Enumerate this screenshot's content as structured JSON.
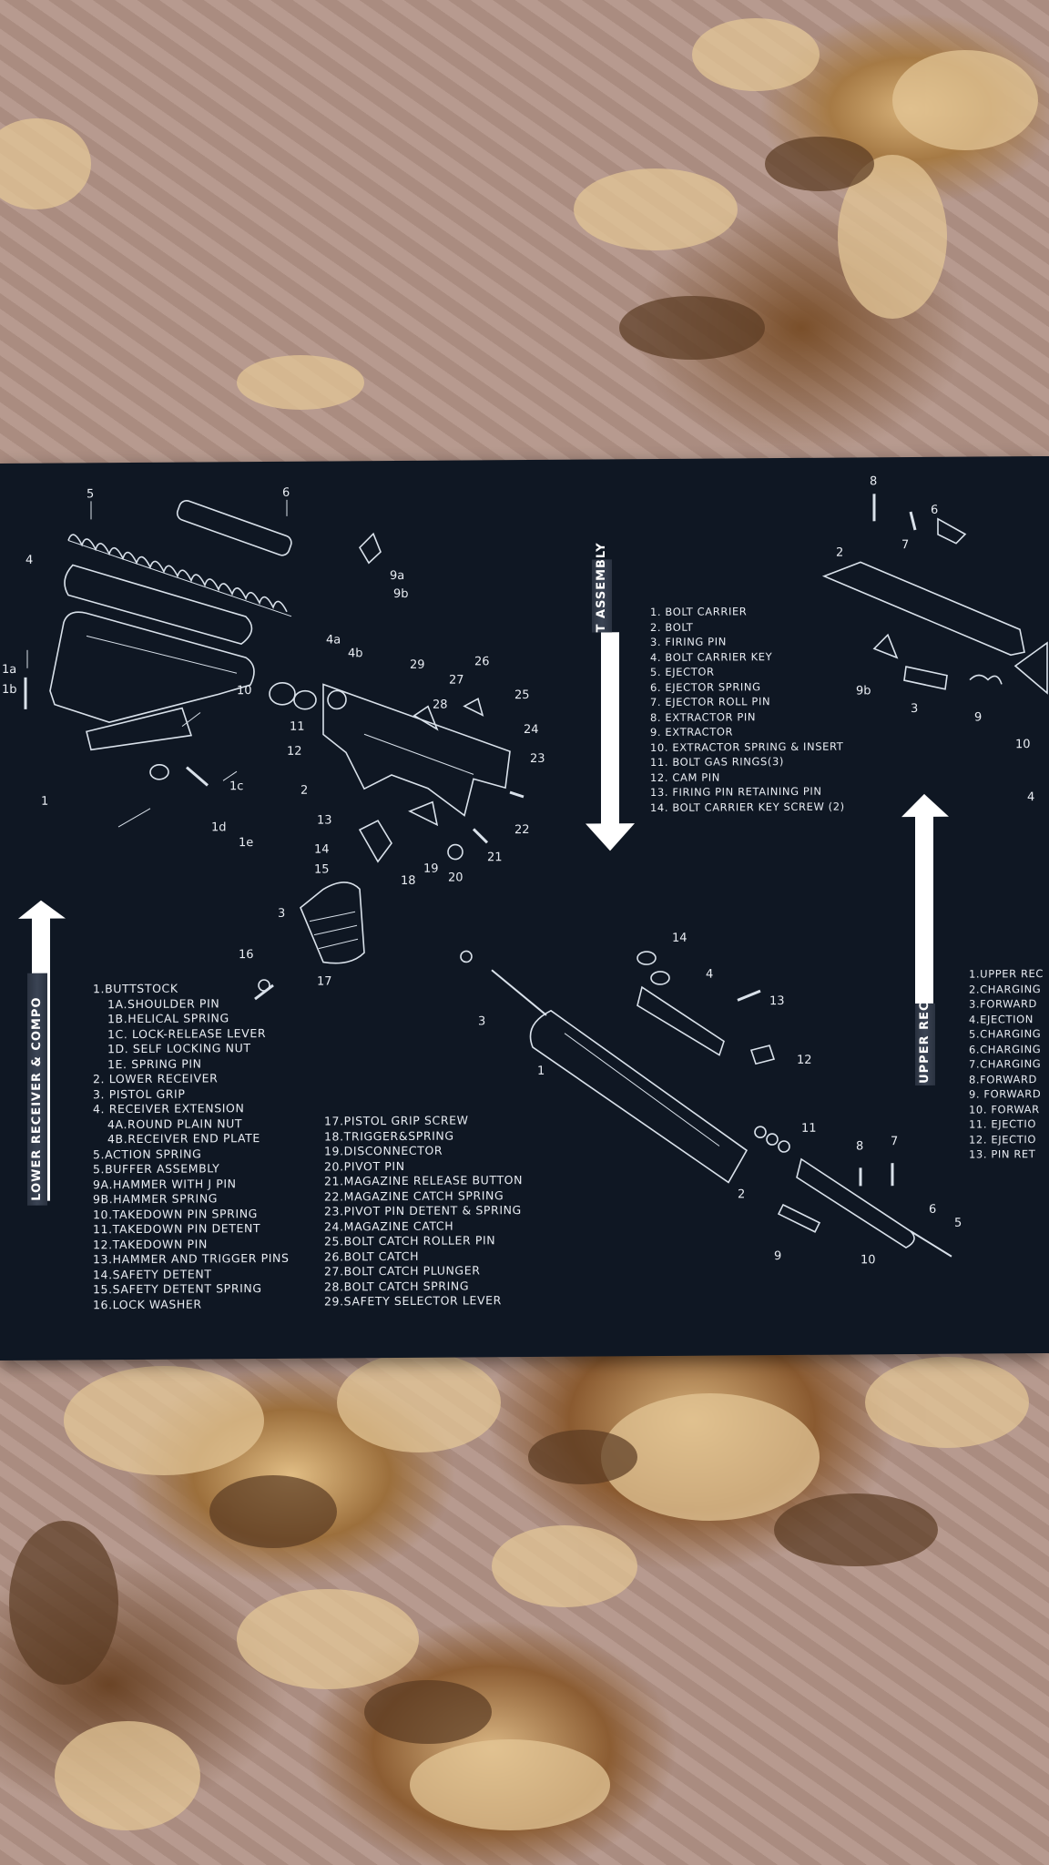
{
  "colors": {
    "mat": "#0f1723",
    "line": "#d9e1ea",
    "arrow": "#ffffff",
    "carpet_light": "#d8b27a",
    "carpet_dark": "#6b4426"
  },
  "side_labels": {
    "lower": "LOWER RECEIVER & COMPO",
    "bolt": "T ASSEMBLY",
    "upper": "UPPER REC"
  },
  "lower_receiver_legend": [
    {
      "text": "1.BUTTSTOCK",
      "indent": false
    },
    {
      "text": "1a.SHOULDER PIN",
      "indent": true
    },
    {
      "text": "1b.HELICAL SPRING",
      "indent": true
    },
    {
      "text": "1c. LOCK-RELEASE LEVER",
      "indent": true
    },
    {
      "text": "1d. SELF LOCKING NUT",
      "indent": true
    },
    {
      "text": "1e. SPRING PIN",
      "indent": true
    },
    {
      "text": "2. LOWER RECEIVER",
      "indent": false
    },
    {
      "text": "3. PISTOL GRIP",
      "indent": false
    },
    {
      "text": "4. RECEIVER EXTENSION",
      "indent": false
    },
    {
      "text": "4a.ROUND PLAIN NUT",
      "indent": true
    },
    {
      "text": "4b.RECEIVER END PLATE",
      "indent": true
    },
    {
      "text": "5.ACTION SPRING",
      "indent": false
    },
    {
      "text": "5.BUFFER ASSEMBLY",
      "indent": false
    },
    {
      "text": "9a.HAMMER WITH J PIN",
      "indent": false
    },
    {
      "text": "9b.HAMMER SPRING",
      "indent": false
    },
    {
      "text": "10.TAKEDOWN PIN SPRING",
      "indent": false
    },
    {
      "text": "11.TAKEDOWN PIN DETENT",
      "indent": false
    },
    {
      "text": "12.TAKEDOWN PIN",
      "indent": false
    },
    {
      "text": "13.HAMMER AND TRIGGER PINS",
      "indent": false
    },
    {
      "text": "14.SAFETY DETENT",
      "indent": false
    },
    {
      "text": "15.SAFETY DETENT SPRING",
      "indent": false
    },
    {
      "text": "16.LOCK WASHER",
      "indent": false
    }
  ],
  "lower_receiver_legend_2": [
    "17.PISTOL GRIP SCREW",
    "18.TRIGGER&SPRING",
    "19.DISCONNECTOR",
    "20.PIVOT PIN",
    "21.MAGAZINE RELEASE BUTTON",
    "22.MAGAZINE CATCH SPRING",
    "23.PIVOT PIN DETENT & SPRING",
    "24.MAGAZINE CATCH",
    "25.BOLT CATCH ROLLER PIN",
    "26.BOLT CATCH",
    "27.BOLT CATCH PLUNGER",
    "28.BOLT CATCH SPRING",
    "29.SAFETY SELECTOR LEVER"
  ],
  "bolt_legend": [
    "1. BOLT CARRIER",
    "2. BOLT",
    "3. FIRING PIN",
    "4. BOLT CARRIER KEY",
    "5. EJECTOR",
    "6. EJECTOR SPRING",
    "7. EJECTOR ROLL PIN",
    "8. EXTRACTOR PIN",
    "9. EXTRACTOR",
    "10. EXTRACTOR SPRING & INSERT",
    "11. BOLT GAS RINGS(3)",
    "12. CAM PIN",
    "13. FIRING PIN RETAINING PIN",
    "14. BOLT CARRIER KEY SCREW (2)"
  ],
  "upper_legend": [
    "1.UPPER REC",
    "2.CHARGING",
    "3.FORWARD",
    "4.EJECTION",
    "5.CHARGING",
    "6.CHARGING",
    "7.CHARGING",
    "8.FORWARD",
    "9. FORWARD",
    "10. FORWAR",
    "11. EJECTIO",
    "12. EJECTIO",
    "13. PIN RET"
  ],
  "lower_callouts": [
    "5",
    "6",
    "9a",
    "9b",
    "4",
    "4a",
    "4b",
    "1a",
    "1b",
    "10",
    "29",
    "27",
    "26",
    "25",
    "28",
    "24",
    "11",
    "12",
    "23",
    "2",
    "1c",
    "1",
    "13",
    "22",
    "1d",
    "1e",
    "14",
    "21",
    "15",
    "18",
    "19",
    "20",
    "3",
    "16",
    "17"
  ],
  "bolt_callouts": [
    "14",
    "4",
    "13",
    "3",
    "1",
    "12",
    "11",
    "8",
    "7",
    "2",
    "6",
    "5",
    "9",
    "10"
  ],
  "upper_callouts": [
    "8",
    "2",
    "7",
    "6",
    "9b",
    "3",
    "9",
    "10",
    "4"
  ]
}
